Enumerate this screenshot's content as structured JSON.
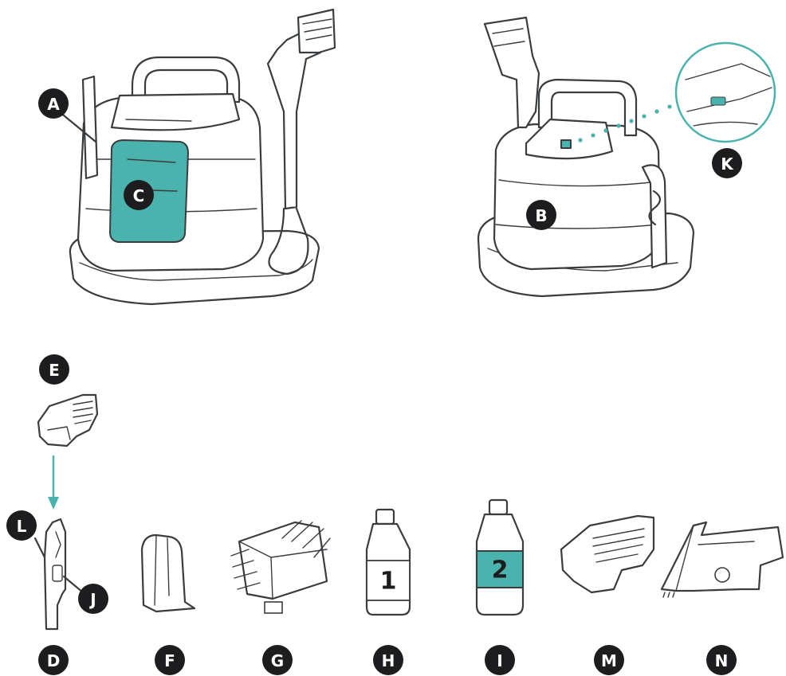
{
  "colors": {
    "accent": "#4ab3ad",
    "outline": "#3a3d40",
    "badge": "#1d1d1f"
  },
  "callouts": {
    "A": "A",
    "B": "B",
    "C": "C",
    "D": "D",
    "E": "E",
    "F": "F",
    "G": "G",
    "H": "H",
    "I": "I",
    "J": "J",
    "K": "K",
    "L": "L",
    "M": "M",
    "N": "N"
  },
  "bottles": {
    "formula_1": "1",
    "formula_2": "2"
  }
}
